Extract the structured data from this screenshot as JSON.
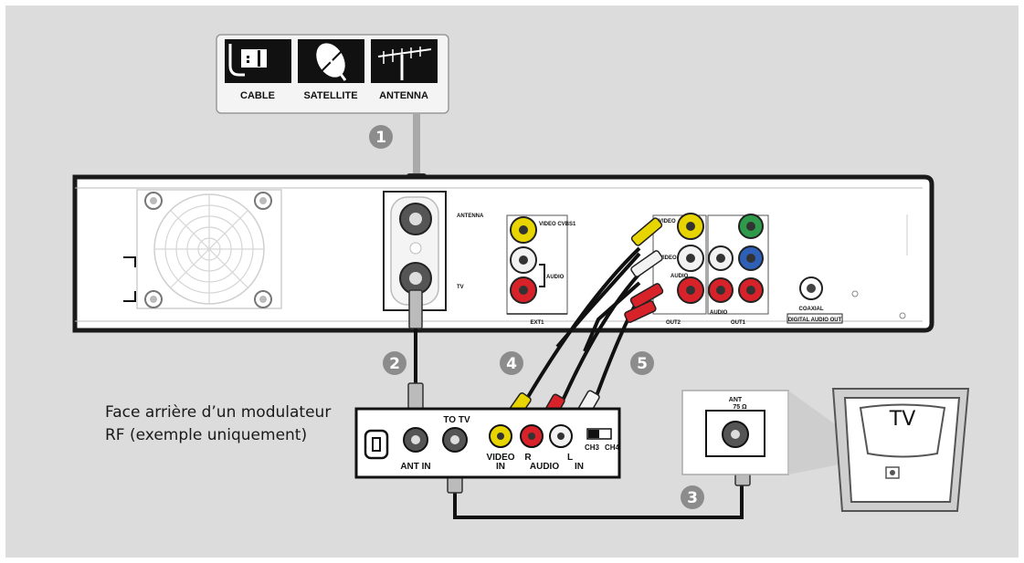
{
  "sources": {
    "cable": "CABLE",
    "satellite": "SATELLITE",
    "antenna": "ANTENNA"
  },
  "steps": [
    "1",
    "2",
    "3",
    "4",
    "5"
  ],
  "recorder": {
    "antenna_label": "ANTENNA",
    "tv_label": "TV",
    "ext1": {
      "label": "EXT1",
      "video_label": "VIDEO CVBS1",
      "audio_label": "AUDIO"
    },
    "out2": {
      "label": "OUT2",
      "video_label": "VIDEO",
      "svideo_label": "S-VIDEO",
      "audio_label": "AUDIO"
    },
    "out1": {
      "label": "OUT1",
      "audio_label": "AUDIO"
    },
    "digital_out": {
      "label": "DIGITAL AUDIO OUT",
      "coaxial_label": "COAXIAL"
    }
  },
  "modulator": {
    "caption_line1": "Face arrière d’un modulateur",
    "caption_line2": "RF (exemple uniquement)",
    "to_tv": "TO TV",
    "ant_in": "ANT IN",
    "video": "VIDEO",
    "video_in": "IN",
    "r": "R",
    "l": "L",
    "audio": "AUDIO",
    "audio_in": "IN",
    "ch3": "CH3",
    "ch4": "CH4"
  },
  "tv": {
    "label": "TV",
    "ant_label": "ANT",
    "ohm_label": "75 Ω"
  },
  "colors": {
    "background": "#dcdcdc",
    "step_circle": "#8c8c8c",
    "video_yellow": "#e8d500",
    "audio_red": "#d8222a",
    "audio_white": "#f2f2f2",
    "component_green": "#2e9a4a",
    "component_blue": "#2e60b8"
  }
}
